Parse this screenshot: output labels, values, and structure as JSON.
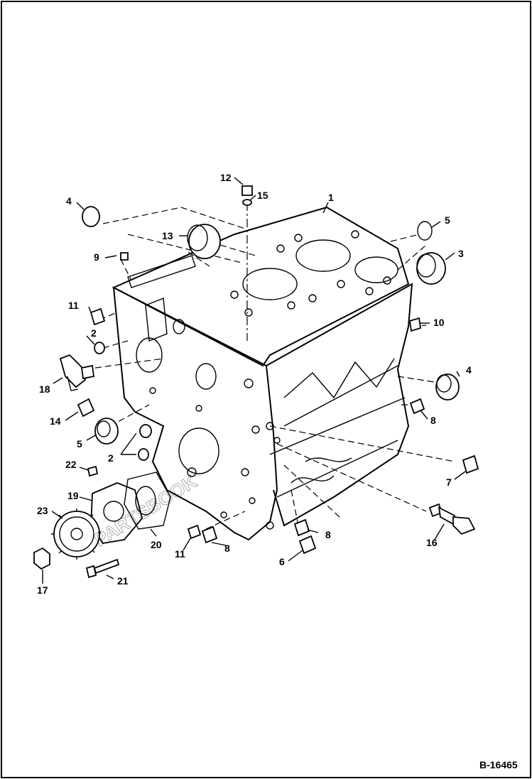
{
  "diagram": {
    "reference_code": "B-16465",
    "watermark": "PARTSBOOK",
    "callouts": [
      {
        "id": "c1",
        "label": "1"
      },
      {
        "id": "c2a",
        "label": "2"
      },
      {
        "id": "c2b",
        "label": "2"
      },
      {
        "id": "c3",
        "label": "3"
      },
      {
        "id": "c4a",
        "label": "4"
      },
      {
        "id": "c4b",
        "label": "4"
      },
      {
        "id": "c5a",
        "label": "5"
      },
      {
        "id": "c5b",
        "label": "5"
      },
      {
        "id": "c6",
        "label": "6"
      },
      {
        "id": "c7",
        "label": "7"
      },
      {
        "id": "c8a",
        "label": "8"
      },
      {
        "id": "c8b",
        "label": "8"
      },
      {
        "id": "c8c",
        "label": "8"
      },
      {
        "id": "c9",
        "label": "9"
      },
      {
        "id": "c10",
        "label": "10"
      },
      {
        "id": "c11a",
        "label": "11"
      },
      {
        "id": "c11b",
        "label": "11"
      },
      {
        "id": "c12",
        "label": "12"
      },
      {
        "id": "c13",
        "label": "13"
      },
      {
        "id": "c14",
        "label": "14"
      },
      {
        "id": "c15",
        "label": "15"
      },
      {
        "id": "c16",
        "label": "16"
      },
      {
        "id": "c17",
        "label": "17"
      },
      {
        "id": "c18",
        "label": "18"
      },
      {
        "id": "c19",
        "label": "19"
      },
      {
        "id": "c20",
        "label": "20"
      },
      {
        "id": "c21",
        "label": "21"
      },
      {
        "id": "c22",
        "label": "22"
      },
      {
        "id": "c23",
        "label": "23"
      }
    ]
  }
}
